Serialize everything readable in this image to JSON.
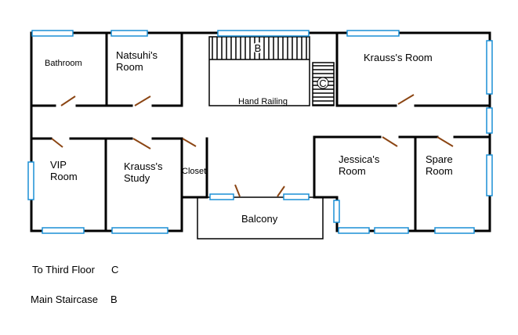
{
  "rooms": {
    "bathroom": "Bathroom",
    "natsuhi": [
      "Natsuhi's",
      "Room"
    ],
    "krauss_room": "Krauss's Room",
    "vip": [
      "VIP",
      "Room"
    ],
    "krauss_study": [
      "Krauss's",
      "Study"
    ],
    "closet": "Closet",
    "jessica": [
      "Jessica's",
      "Room"
    ],
    "spare": [
      "Spare",
      "Room"
    ],
    "balcony": "Balcony"
  },
  "staircase": {
    "main_marker": "B",
    "third_marker": "C",
    "hand_railing": "Hand Railing"
  },
  "legend": [
    {
      "label": "To Third Floor",
      "marker": "C"
    },
    {
      "label": "Main Staircase",
      "marker": "B"
    }
  ],
  "colors": {
    "wall": "#000000",
    "window": "#1a8fd6",
    "door": "#8b4513"
  }
}
